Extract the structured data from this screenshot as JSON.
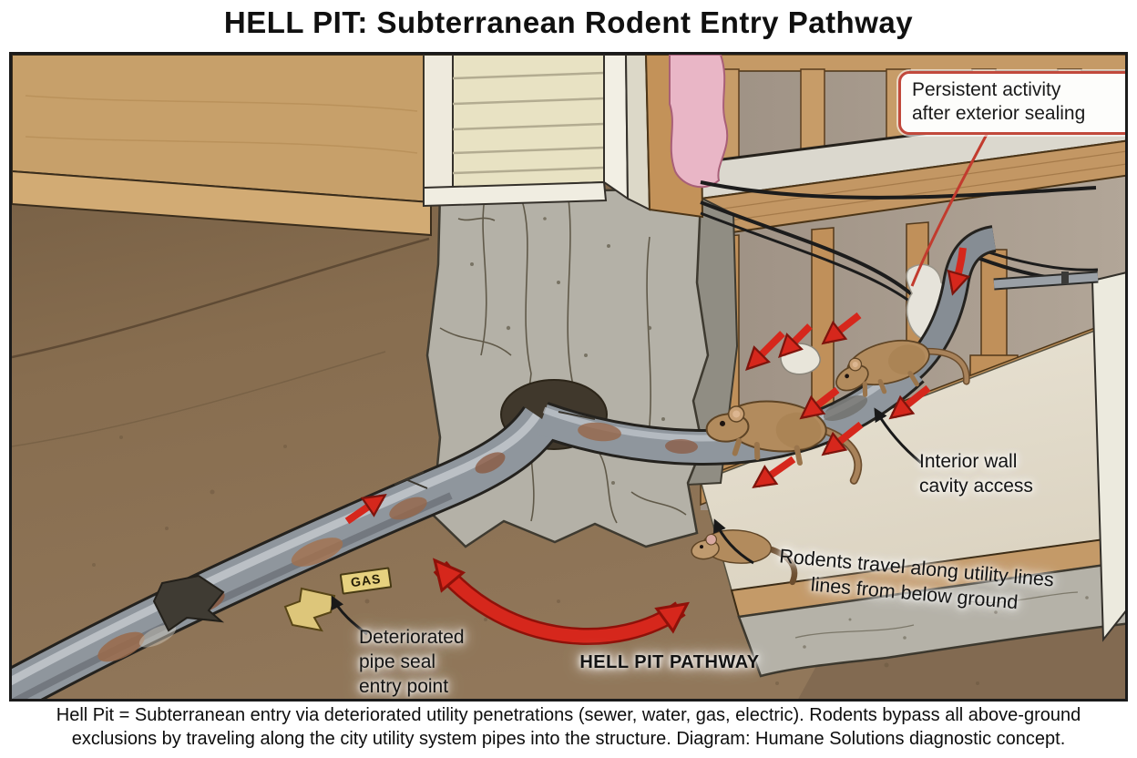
{
  "title": "HELL PIT: Subterranean Rodent Entry Pathway",
  "panel": {
    "callout_persistent": "Persistent activity\nafter exterior sealing",
    "label_interior_wall": "Interior wall\ncavity access",
    "label_rodents_travel": "Rodents travel along utility lines\nlines from below ground",
    "label_pathway": "HELL PIT PATHWAY",
    "label_deteriorated": "Deteriorated\npipe seal\nentry point",
    "gas_tag": "GAS"
  },
  "caption": "Hell Pit = Subterranean entry via deteriorated utility penetrations (sewer, water, gas, electric). Rodents bypass all above-ground exclusions by traveling along the city utility system pipes into the structure. Diagram: Humane Solutions diagnostic concept.",
  "colors": {
    "arrow_red": "#d6271c",
    "callout_border": "#c1493c",
    "gas_yellow": "#e6d17f",
    "pipe_gray": "#8f969d",
    "dirt_brown": "#866d51",
    "concrete_gray": "#b4b1a7",
    "wood_tan": "#c79c68",
    "siding_cream": "#e8e2c3",
    "insulation_pink": "#e9b6c6"
  }
}
